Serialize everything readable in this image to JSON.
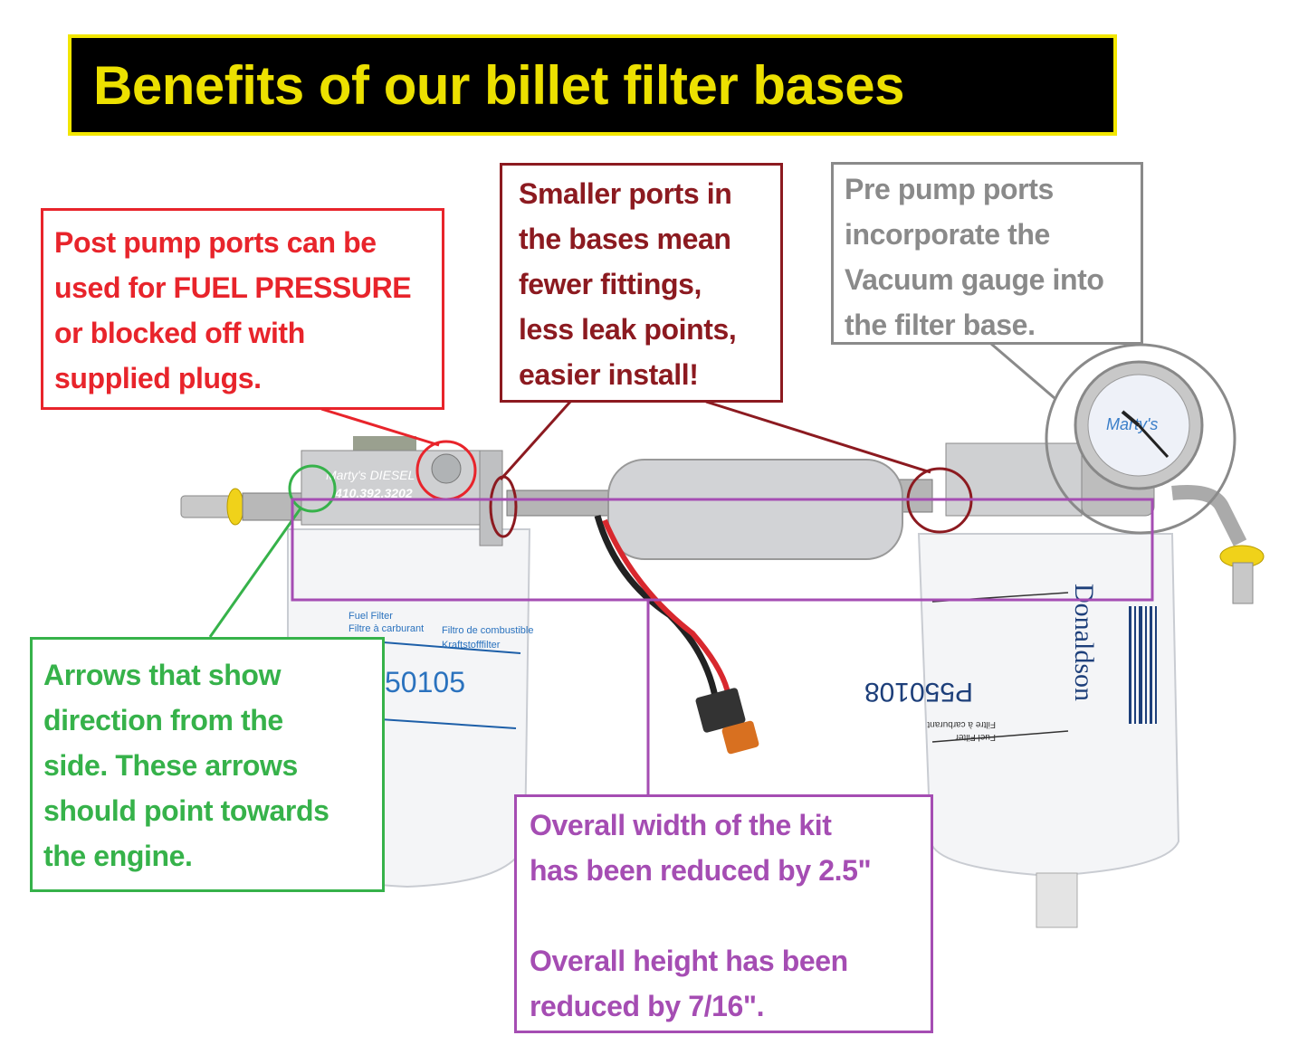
{
  "title": "Benefits of our billet filter bases",
  "callouts": {
    "post_pump": {
      "color": "#e8242b",
      "lines": [
        "Post pump ports can be",
        "used for FUEL PRESSURE",
        "or blocked off with",
        "supplied plugs."
      ]
    },
    "smaller_ports": {
      "color": "#8c1a20",
      "lines": [
        "Smaller ports in",
        "the bases mean",
        "fewer fittings,",
        "less leak points,",
        "easier install!"
      ]
    },
    "pre_pump": {
      "color": "#8a8a8a",
      "lines": [
        "Pre pump ports",
        "incorporate the",
        "Vacuum gauge into",
        "the filter base."
      ]
    },
    "arrows": {
      "color": "#36b24a",
      "lines": [
        "Arrows that show",
        "direction from the",
        "side. These arrows",
        "should point towards",
        "the engine."
      ]
    },
    "dimensions": {
      "color": "#a54db3",
      "lines": [
        "Overall width of the kit",
        "has been reduced by 2.5\"",
        "",
        "Overall height has been",
        "reduced by 7/16\"."
      ]
    }
  },
  "photo": {
    "base_engraving": "Marty's DIESEL",
    "base_phone": "410.392.3202",
    "left_filter": {
      "fuel_filter": "Fuel Filter",
      "filtre": "Filtre à carburant",
      "filtro": "Filtro de combustible",
      "kraft": "Kraftstofffilter",
      "part": "50105"
    },
    "right_filter": {
      "brand": "Donaldson",
      "part": "P550108",
      "fuel_filter": "Fuel Filter",
      "filtre": "Filtre à carburant"
    },
    "gauge_brand": "Marty's"
  }
}
